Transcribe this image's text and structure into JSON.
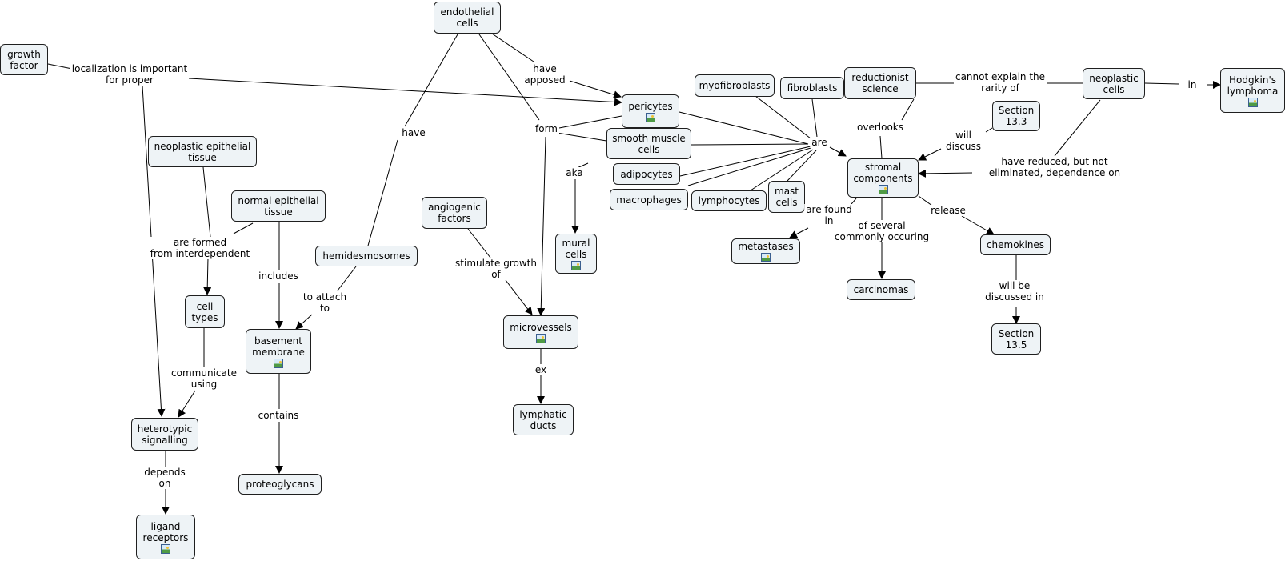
{
  "nodes": {
    "endothelial": {
      "text": "endothelial\ncells",
      "img": false
    },
    "growth": {
      "text": "growth\nfactor",
      "img": false
    },
    "pericytes": {
      "text": "pericytes",
      "img": true
    },
    "smooth": {
      "text": "smooth muscle\ncells",
      "img": false
    },
    "myofibroblasts": {
      "text": "myofibroblasts",
      "img": false
    },
    "fibroblasts": {
      "text": "fibroblasts",
      "img": false
    },
    "reductionist": {
      "text": "reductionist\nscience",
      "img": false
    },
    "neoplastic_cells": {
      "text": "neoplastic\ncells",
      "img": false
    },
    "hodgkin": {
      "text": "Hodgkin's\nlymphoma",
      "img": true
    },
    "section133": {
      "text": "Section\n13.3",
      "img": false
    },
    "stromal": {
      "text": "stromal\ncomponents",
      "img": true
    },
    "adipocytes": {
      "text": "adipocytes",
      "img": false
    },
    "macrophages": {
      "text": "macrophages",
      "img": false
    },
    "lymphocytes": {
      "text": "lymphocytes",
      "img": false
    },
    "mast": {
      "text": "mast\ncells",
      "img": false
    },
    "neo_epith": {
      "text": "neoplastic epithelial\ntissue",
      "img": false
    },
    "normal_epith": {
      "text": "normal epithelial\ntissue",
      "img": false
    },
    "hemidesmosomes": {
      "text": "hemidesmosomes",
      "img": false
    },
    "angiogenic": {
      "text": "angiogenic\nfactors",
      "img": false
    },
    "mural": {
      "text": "mural\ncells",
      "img": true
    },
    "metastases": {
      "text": "metastases",
      "img": true
    },
    "chemokines": {
      "text": "chemokines",
      "img": false
    },
    "carcinomas": {
      "text": "carcinomas",
      "img": false
    },
    "section135": {
      "text": "Section\n13.5",
      "img": false
    },
    "cell_types": {
      "text": "cell\ntypes",
      "img": false
    },
    "basement": {
      "text": "basement\nmembrane",
      "img": true
    },
    "microvessels": {
      "text": "microvessels",
      "img": true
    },
    "lymphatic": {
      "text": "lymphatic\nducts",
      "img": false
    },
    "heterotypic": {
      "text": "heterotypic\nsignalling",
      "img": false
    },
    "proteoglycans": {
      "text": "proteoglycans",
      "img": false
    },
    "ligand": {
      "text": "ligand\nreceptors",
      "img": true
    }
  },
  "link_labels": {
    "localization": "localization is important\nfor proper",
    "have_apposed": "have\napposed",
    "have": "have",
    "form": "form",
    "are": "are",
    "aka": "aka",
    "cannot_explain": "cannot explain the\nrarity of",
    "in": "in",
    "overlooks": "overlooks",
    "will_discuss": "will\ndiscuss",
    "have_reduced": "have reduced, but not\neliminated, dependence on",
    "are_found_in": "are found\nin",
    "of_several": "of several\ncommonly occuring",
    "release": "release",
    "will_be_discussed": "will be\ndiscussed in",
    "are_formed": "are formed\nfrom interdependent",
    "includes": "includes",
    "to_attach": "to attach\nto",
    "stimulate": "stimulate growth\nof",
    "ex": "ex",
    "communicate": "communicate\nusing",
    "contains": "contains",
    "depends_on": "depends\non"
  },
  "colors": {
    "node_fill": "#eef3f6",
    "node_border": "#1f1f1f",
    "line": "#000000"
  }
}
